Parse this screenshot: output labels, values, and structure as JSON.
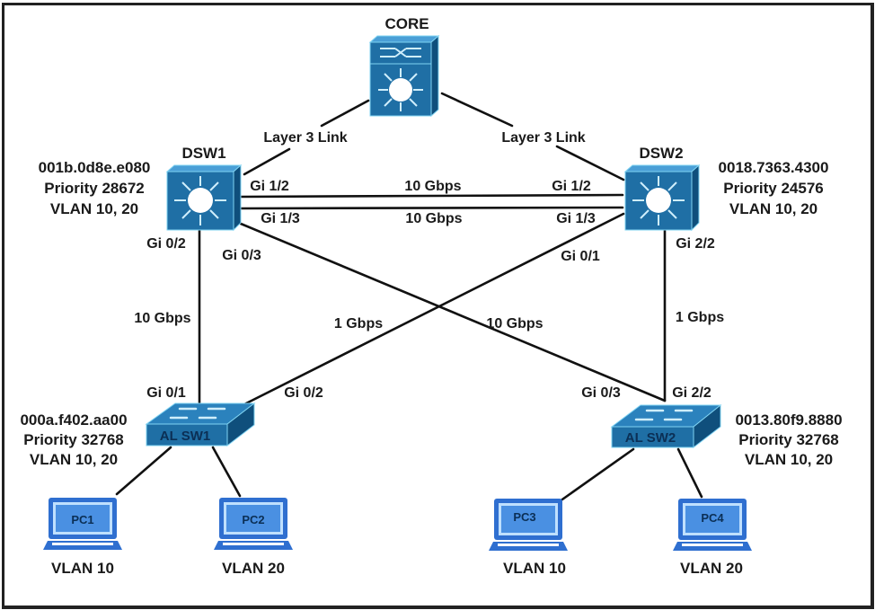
{
  "devices": {
    "core": {
      "name": "CORE",
      "type": "multilayer-switch"
    },
    "dsw1": {
      "name": "DSW1",
      "mac": "001b.0d8e.e080",
      "priority": "Priority 28672",
      "vlans": "VLAN 10, 20"
    },
    "dsw2": {
      "name": "DSW2",
      "mac": "0018.7363.4300",
      "priority": "Priority 24576",
      "vlans": "VLAN 10, 20"
    },
    "alsw1": {
      "name": "AL SW1",
      "mac": "000a.f402.aa00",
      "priority": "Priority 32768",
      "vlans": "VLAN 10, 20"
    },
    "alsw2": {
      "name": "AL SW2",
      "mac": "0013.80f9.8880",
      "priority": "Priority 32768",
      "vlans": "VLAN 10, 20"
    },
    "pcs": [
      {
        "name": "PC1",
        "vlan": "VLAN 10"
      },
      {
        "name": "PC2",
        "vlan": "VLAN 20"
      },
      {
        "name": "PC3",
        "vlan": "VLAN 10"
      },
      {
        "name": "PC4",
        "vlan": "VLAN 20"
      }
    ]
  },
  "links": {
    "core_dsw1": {
      "label": "Layer 3 Link"
    },
    "core_dsw2": {
      "label": "Layer 3 Link"
    },
    "dsw1_dsw2_a": {
      "speed": "10 Gbps",
      "port_a": "Gi 1/2",
      "port_b": "Gi 1/2"
    },
    "dsw1_dsw2_b": {
      "speed": "10 Gbps",
      "port_a": "Gi 1/3",
      "port_b": "Gi 1/3"
    },
    "dsw1_alsw1": {
      "speed": "10 Gbps",
      "port_a": "Gi 0/2",
      "port_b": "Gi 0/1"
    },
    "dsw1_alsw2": {
      "speed": "10 Gbps",
      "port_a": "Gi 0/3",
      "port_b": "Gi 0/3"
    },
    "dsw2_alsw1": {
      "speed": "1 Gbps",
      "port_a": "Gi 0/1",
      "port_b": "Gi 0/2"
    },
    "dsw2_alsw2": {
      "speed": "1 Gbps",
      "port_a": "Gi 2/2",
      "port_b": "Gi 2/2"
    }
  },
  "colors": {
    "device_blue": "#1f6fa5",
    "device_dark": "#145a8a",
    "device_side": "#0f4f7c",
    "device_highlight": "#7fd3f2",
    "pc_blue": "#2f6fd0",
    "pc_screen": "#4a90e2",
    "pc_light": "#bfe0ff",
    "line": "#111111",
    "border": "#222222"
  }
}
